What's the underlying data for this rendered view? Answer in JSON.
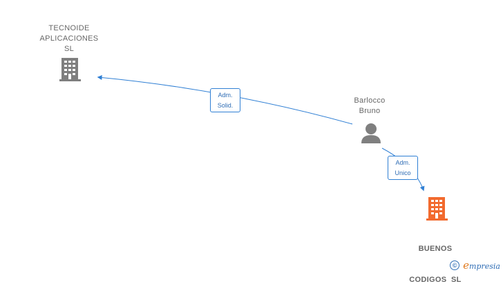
{
  "nodes": {
    "tecnoide": {
      "lines": [
        "TECNOIDE",
        "APLICACIONES",
        "SL"
      ],
      "icon": "building-icon",
      "color": "#7f7f7f"
    },
    "barlocco": {
      "lines": [
        "Barlocco",
        "Bruno"
      ],
      "icon": "person-icon",
      "color": "#7f7f7f"
    },
    "buenos": {
      "lines": [
        "BUENOS",
        "CODIGOS  SL"
      ],
      "icon": "building-icon",
      "color": "#f26a2e"
    }
  },
  "edges": {
    "to_tecnoide": {
      "lines": [
        "Adm.",
        "Solid."
      ]
    },
    "to_buenos": {
      "lines": [
        "Adm.",
        "Unico"
      ]
    }
  },
  "colors": {
    "edge": "#2f7fd4",
    "label_text": "#2f6db5"
  },
  "footer": {
    "copyright_symbol": "©",
    "brand_first": "e",
    "brand_rest": "mpresia"
  }
}
